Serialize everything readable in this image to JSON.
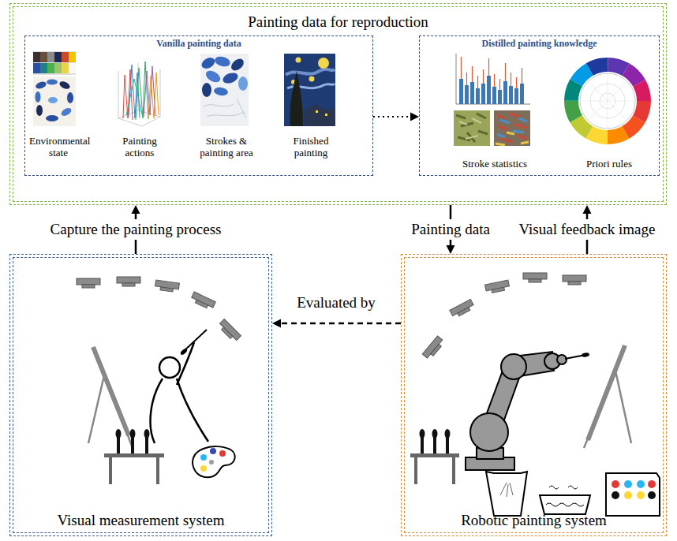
{
  "diagram": {
    "nodes": [
      {
        "text": [
          "Painting data for reproduction"
        ]
      },
      {
        "text": [
          "Vanilla painting data"
        ],
        "in": 0
      },
      {
        "text": [
          "Environmental state"
        ],
        "in": 1
      },
      {
        "text": [
          "Painting actions"
        ],
        "in": 1
      },
      {
        "text": [
          "Strokes & painting area"
        ],
        "in": 1
      },
      {
        "text": [
          "Finished painting"
        ],
        "in": 1
      },
      {
        "text": [
          "Distilled painting knowledge"
        ],
        "in": 0
      },
      {
        "text": [
          "Stroke statistics"
        ],
        "in": 6
      },
      {
        "text": [
          "Priori rules"
        ],
        "in": 6
      },
      {
        "text": [
          "Visual measurement system"
        ]
      },
      {
        "text": [
          "Robotic painting system"
        ]
      }
    ],
    "edges": [
      {
        "from": 1,
        "to": 6,
        "arrow": "to"
      },
      {
        "from": 9,
        "to": 0,
        "label": "Capture the painting process",
        "arrow": "to"
      },
      {
        "from": 0,
        "to": 10,
        "label": "Painting data",
        "arrow": "to"
      },
      {
        "from": 10,
        "to": 0,
        "label": "Visual feedback image",
        "arrow": "to"
      },
      {
        "from": 10,
        "to": 9,
        "label": "Evaluated by",
        "arrow": "to"
      }
    ]
  }
}
